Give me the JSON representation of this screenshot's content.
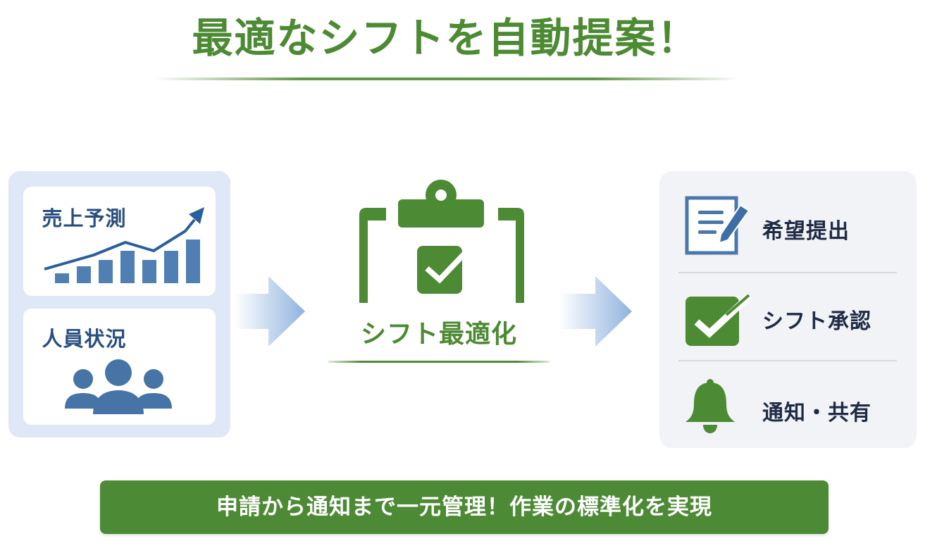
{
  "header": {
    "title": "最適なシフトを自動提案！"
  },
  "inputs": {
    "sales_forecast": {
      "label": "売上予測",
      "icon": "rising-bar-chart-icon"
    },
    "staff_status": {
      "label": "人員状況",
      "icon": "people-group-icon"
    }
  },
  "process": {
    "label": "シフト最適化",
    "icon": "clipboard-check-icon"
  },
  "outputs": [
    {
      "label": "希望提出",
      "icon": "document-pencil-icon"
    },
    {
      "label": "シフト承認",
      "icon": "checkbox-icon"
    },
    {
      "label": "通知・共有",
      "icon": "bell-icon"
    }
  ],
  "footer": {
    "text": "申請から通知まで一元管理！作業の標準化を実現"
  },
  "colors": {
    "green": "#4c8a33",
    "blue": "#3f6fa5",
    "navy_text": "#1f2b45",
    "left_panel_bg": "#dfe8f6",
    "right_panel_bg": "#f1f3f6"
  }
}
